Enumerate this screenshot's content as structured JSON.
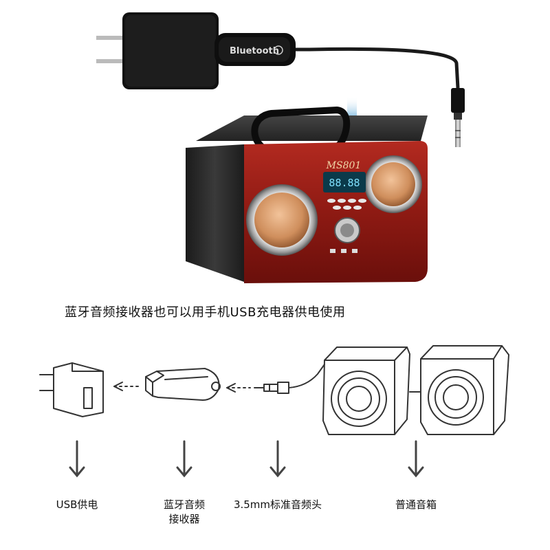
{
  "photo": {
    "adapter_brand": "Bluetooth",
    "speaker_model": "MS801",
    "display_digits": "88.88"
  },
  "caption": "蓝牙音频接收器也可以用手机USB充电器供电使用",
  "labels": {
    "usb_power": "USB供电",
    "receiver_line1": "蓝牙音频",
    "receiver_line2": "接收器",
    "audio_plug": "3.5mm标准音频头",
    "speaker": "普通音箱"
  },
  "colors": {
    "speaker_red": "#9b1b14",
    "wood_dark": "#2a2a2a",
    "cone_copper": "#d49a6a",
    "arrow_blue": "#1f87c9"
  }
}
